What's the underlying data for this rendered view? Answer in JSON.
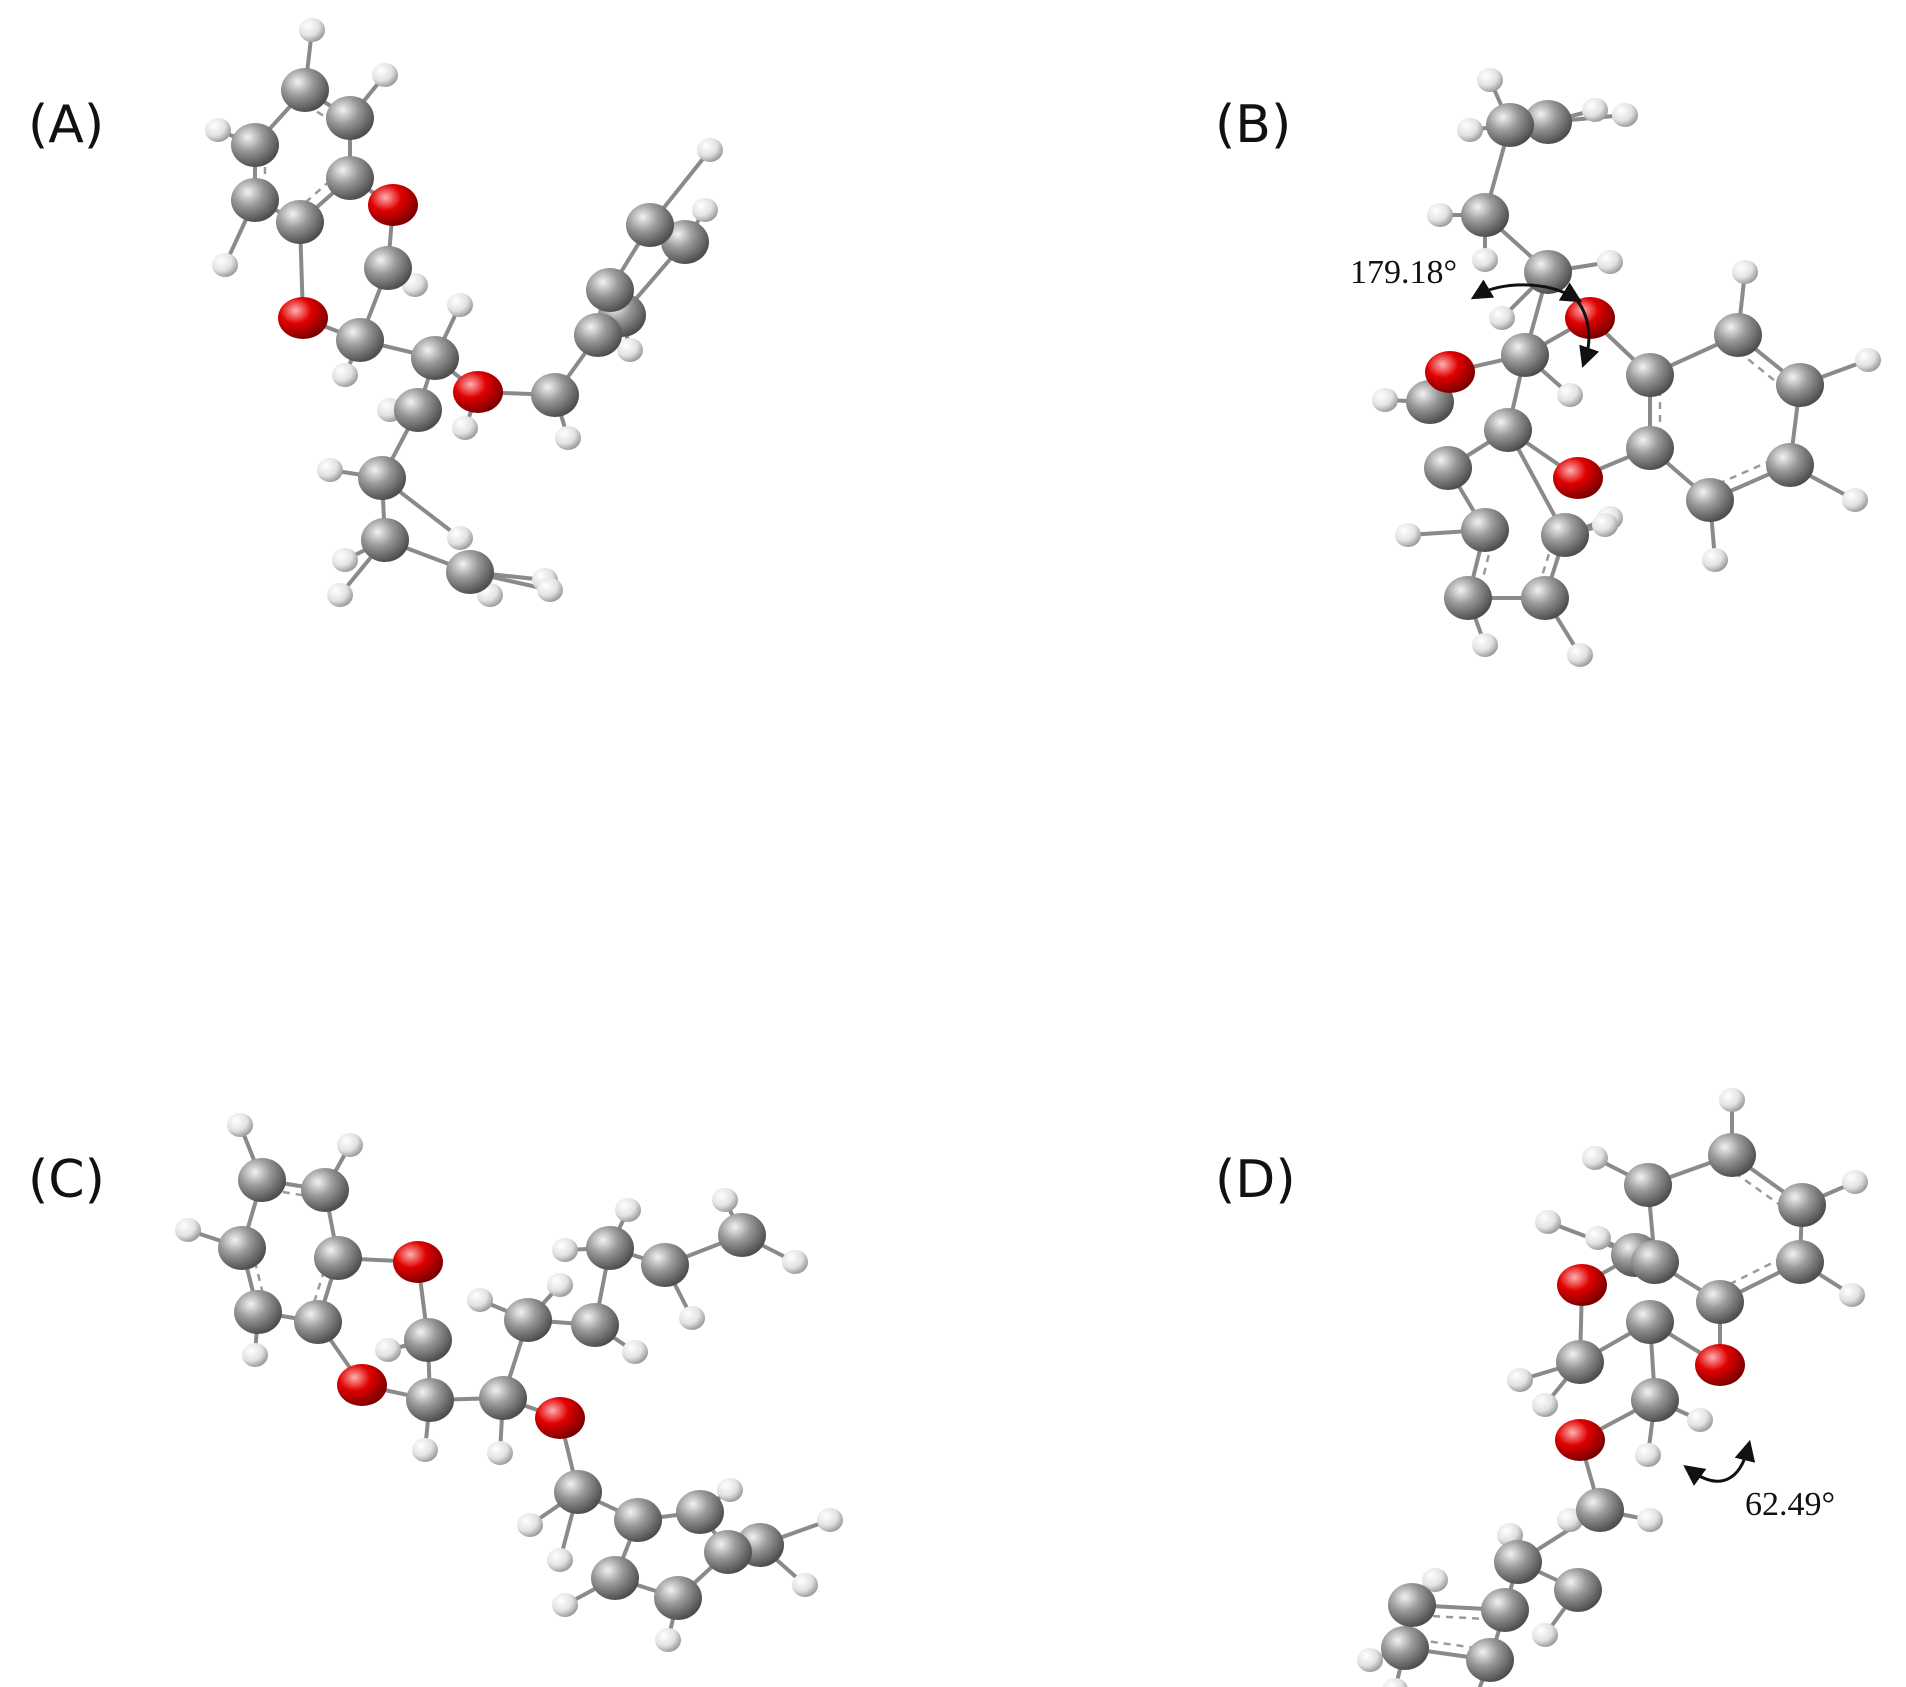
{
  "figure": {
    "panels": [
      {
        "id": "A",
        "label": "(A)",
        "angle": null
      },
      {
        "id": "B",
        "label": "(B)",
        "angle": "179.18°"
      },
      {
        "id": "C",
        "label": "(C)",
        "angle": null
      },
      {
        "id": "D",
        "label": "(D)",
        "angle": "62.49°"
      }
    ],
    "atom_colors": {
      "carbon": "#8f8f8f",
      "oxygen": "#e00000",
      "hydrogen": "#e6e6e6"
    }
  }
}
